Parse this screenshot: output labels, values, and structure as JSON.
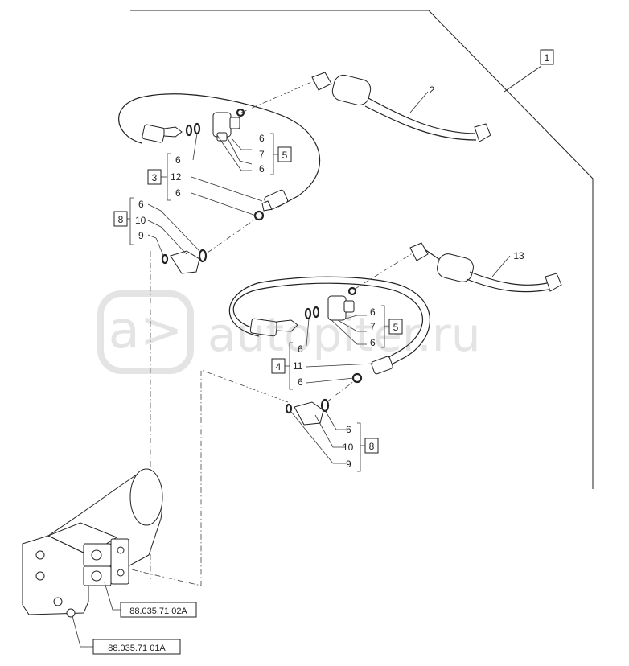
{
  "callouts": {
    "c1": "1",
    "c2": "2",
    "c13": "13",
    "group_upper_tee": {
      "box": "5",
      "items": [
        "6",
        "7",
        "6"
      ]
    },
    "group_upper_hose": {
      "box": "3",
      "items": [
        "6",
        "12",
        "6"
      ]
    },
    "group_upper_elbow": {
      "box": "8",
      "items": [
        "6",
        "10",
        "9"
      ]
    },
    "group_lower_tee": {
      "box": "5",
      "items": [
        "6",
        "7",
        "6"
      ]
    },
    "group_lower_hose": {
      "box": "4",
      "items": [
        "6",
        "11",
        "6"
      ]
    },
    "group_lower_elbow": {
      "box": "8",
      "items": [
        "6",
        "10",
        "9"
      ]
    }
  },
  "references": {
    "ref_a": "88.035.71 02A",
    "ref_b": "88.035.71 01A"
  },
  "watermark": {
    "text": "autopiter.ru"
  }
}
